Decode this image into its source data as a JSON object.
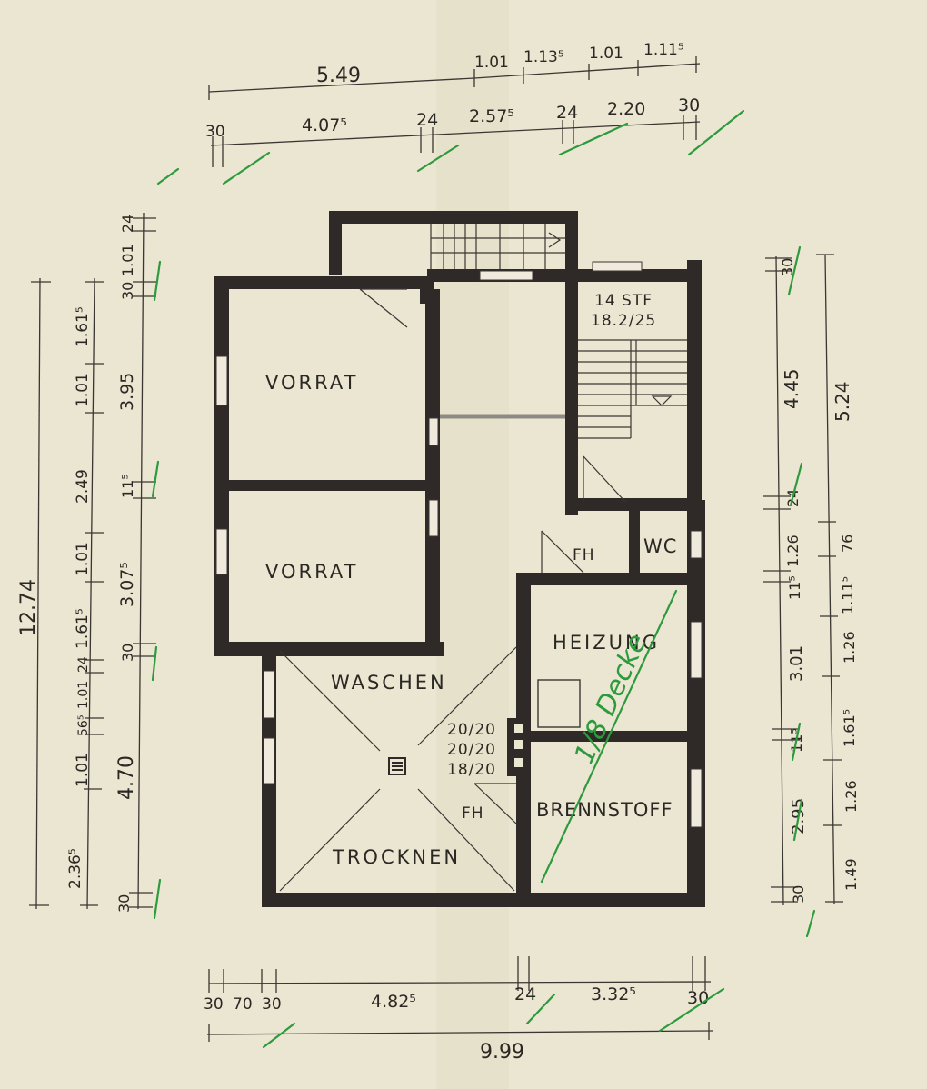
{
  "rooms": {
    "vorrat_1": "VORRAT",
    "vorrat_2": "VORRAT",
    "waschen": "WASCHEN",
    "trocknen": "TROCKNEN",
    "heizung": "HEIZUNG",
    "brennstoff": "BRENNSTOFF",
    "wc": "WC",
    "fh_upper": "FH",
    "fh_lower": "FH"
  },
  "stair": {
    "steps": "14 STF",
    "ratio": "18.2/25"
  },
  "flues": [
    "20/20",
    "20/20",
    "18/20"
  ],
  "annotation": "1/8 Decke",
  "dims_top": {
    "row1": [
      "5.49",
      "1.01",
      "1.13⁵",
      "1.01",
      "1.11⁵"
    ],
    "row2": [
      "30",
      "4.07⁵",
      "24",
      "2.57⁵",
      "24",
      "2.20",
      "30"
    ]
  },
  "dims_bottom": {
    "row1": [
      "30",
      "70",
      "30",
      "4.82⁵",
      "24",
      "3.32⁵",
      "30"
    ],
    "total": "9.99"
  },
  "dims_left": {
    "total": "12.74",
    "col2": [
      "1.61⁵",
      "1.01",
      "2.49",
      "1.01",
      "1.61⁵",
      "24",
      "1.01",
      "56⁵",
      "1.01",
      "2.36⁵"
    ],
    "col3": [
      "24",
      "1.01",
      "30",
      "3.95",
      "11⁵",
      "3.07⁵",
      "30",
      "4.70",
      "30"
    ]
  },
  "dims_right": {
    "col1": [
      "30",
      "4.45",
      "24",
      "1.26",
      "11⁵",
      "3.01",
      "11⁵",
      "2.95",
      "30"
    ],
    "col2": [
      "5.24",
      "76",
      "1.11⁵",
      "1.26",
      "1.61⁵",
      "1.26",
      "1.49"
    ]
  }
}
